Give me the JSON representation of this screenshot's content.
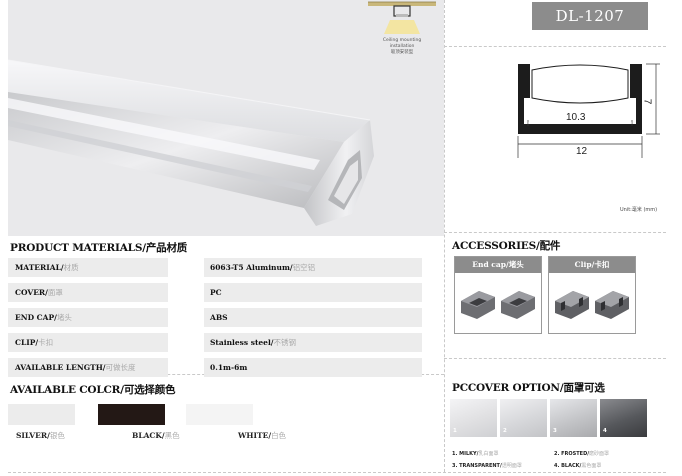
{
  "model": "DL-1207",
  "mounting": {
    "icon": "ceiling-mount-icon",
    "text_en_1": "Ceiling mounting",
    "text_en_2": "installation",
    "text_cn": "吸顶安装型"
  },
  "profile_diagram": {
    "inner_width": "10.3",
    "outer_width": "12",
    "height": "7"
  },
  "unit_label": "Unit:毫米 (mm)",
  "product_materials": {
    "title": "PRODUCT MATERIALS/产品材质",
    "rows": [
      {
        "label_en": "MATERIAL/",
        "label_cn": "材质",
        "value_en": "6063-T5 Aluminum/",
        "value_cn": "铝空铝"
      },
      {
        "label_en": "COVER/",
        "label_cn": "面罩",
        "value_en": "PC",
        "value_cn": ""
      },
      {
        "label_en": "END CAP/",
        "label_cn": "堵头",
        "value_en": "ABS",
        "value_cn": ""
      },
      {
        "label_en": "CLIP/",
        "label_cn": "卡扣",
        "value_en": "Stainless steel/",
        "value_cn": "不锈钢"
      },
      {
        "label_en": "AVAILABLE LENGTH/",
        "label_cn": "可做长度",
        "value_en": "0.1m-6m",
        "value_cn": ""
      }
    ]
  },
  "available_color": {
    "title": "AVAILABLE COLCR/可选择颜色",
    "colors": [
      {
        "name_en": "SILVER/",
        "name_cn": "银色",
        "hex": "#ececec"
      },
      {
        "name_en": "BLACK/",
        "name_cn": "黑色",
        "hex": "#231815"
      },
      {
        "name_en": "WHITE/",
        "name_cn": "白色",
        "hex": "#f4f4f4"
      }
    ]
  },
  "accessories": {
    "title": "ACCESSORIES/配件",
    "items": [
      {
        "label": "End cap/堵头",
        "icon": "end-cap-icon"
      },
      {
        "label": "Clip/卡扣",
        "icon": "clip-icon"
      }
    ]
  },
  "cover_options": {
    "title": "PCCOVER OPTION/面罩可选",
    "swatches": [
      {
        "num": "1",
        "hex": "#e4e4e6"
      },
      {
        "num": "2",
        "hex": "#d9dadd"
      },
      {
        "num": "3",
        "hex": "#c6c7ca"
      },
      {
        "num": "4",
        "hex": "#585a5e"
      }
    ],
    "legend": [
      {
        "en": "1. MILKY/",
        "cn": "乳白面罩"
      },
      {
        "en": "2. FROSTED/",
        "cn": "磨砂面罩"
      },
      {
        "en": "3. TRANSPARENT/",
        "cn": "透明面罩"
      },
      {
        "en": "4. BLACK/",
        "cn": "黑色面罩"
      }
    ]
  }
}
